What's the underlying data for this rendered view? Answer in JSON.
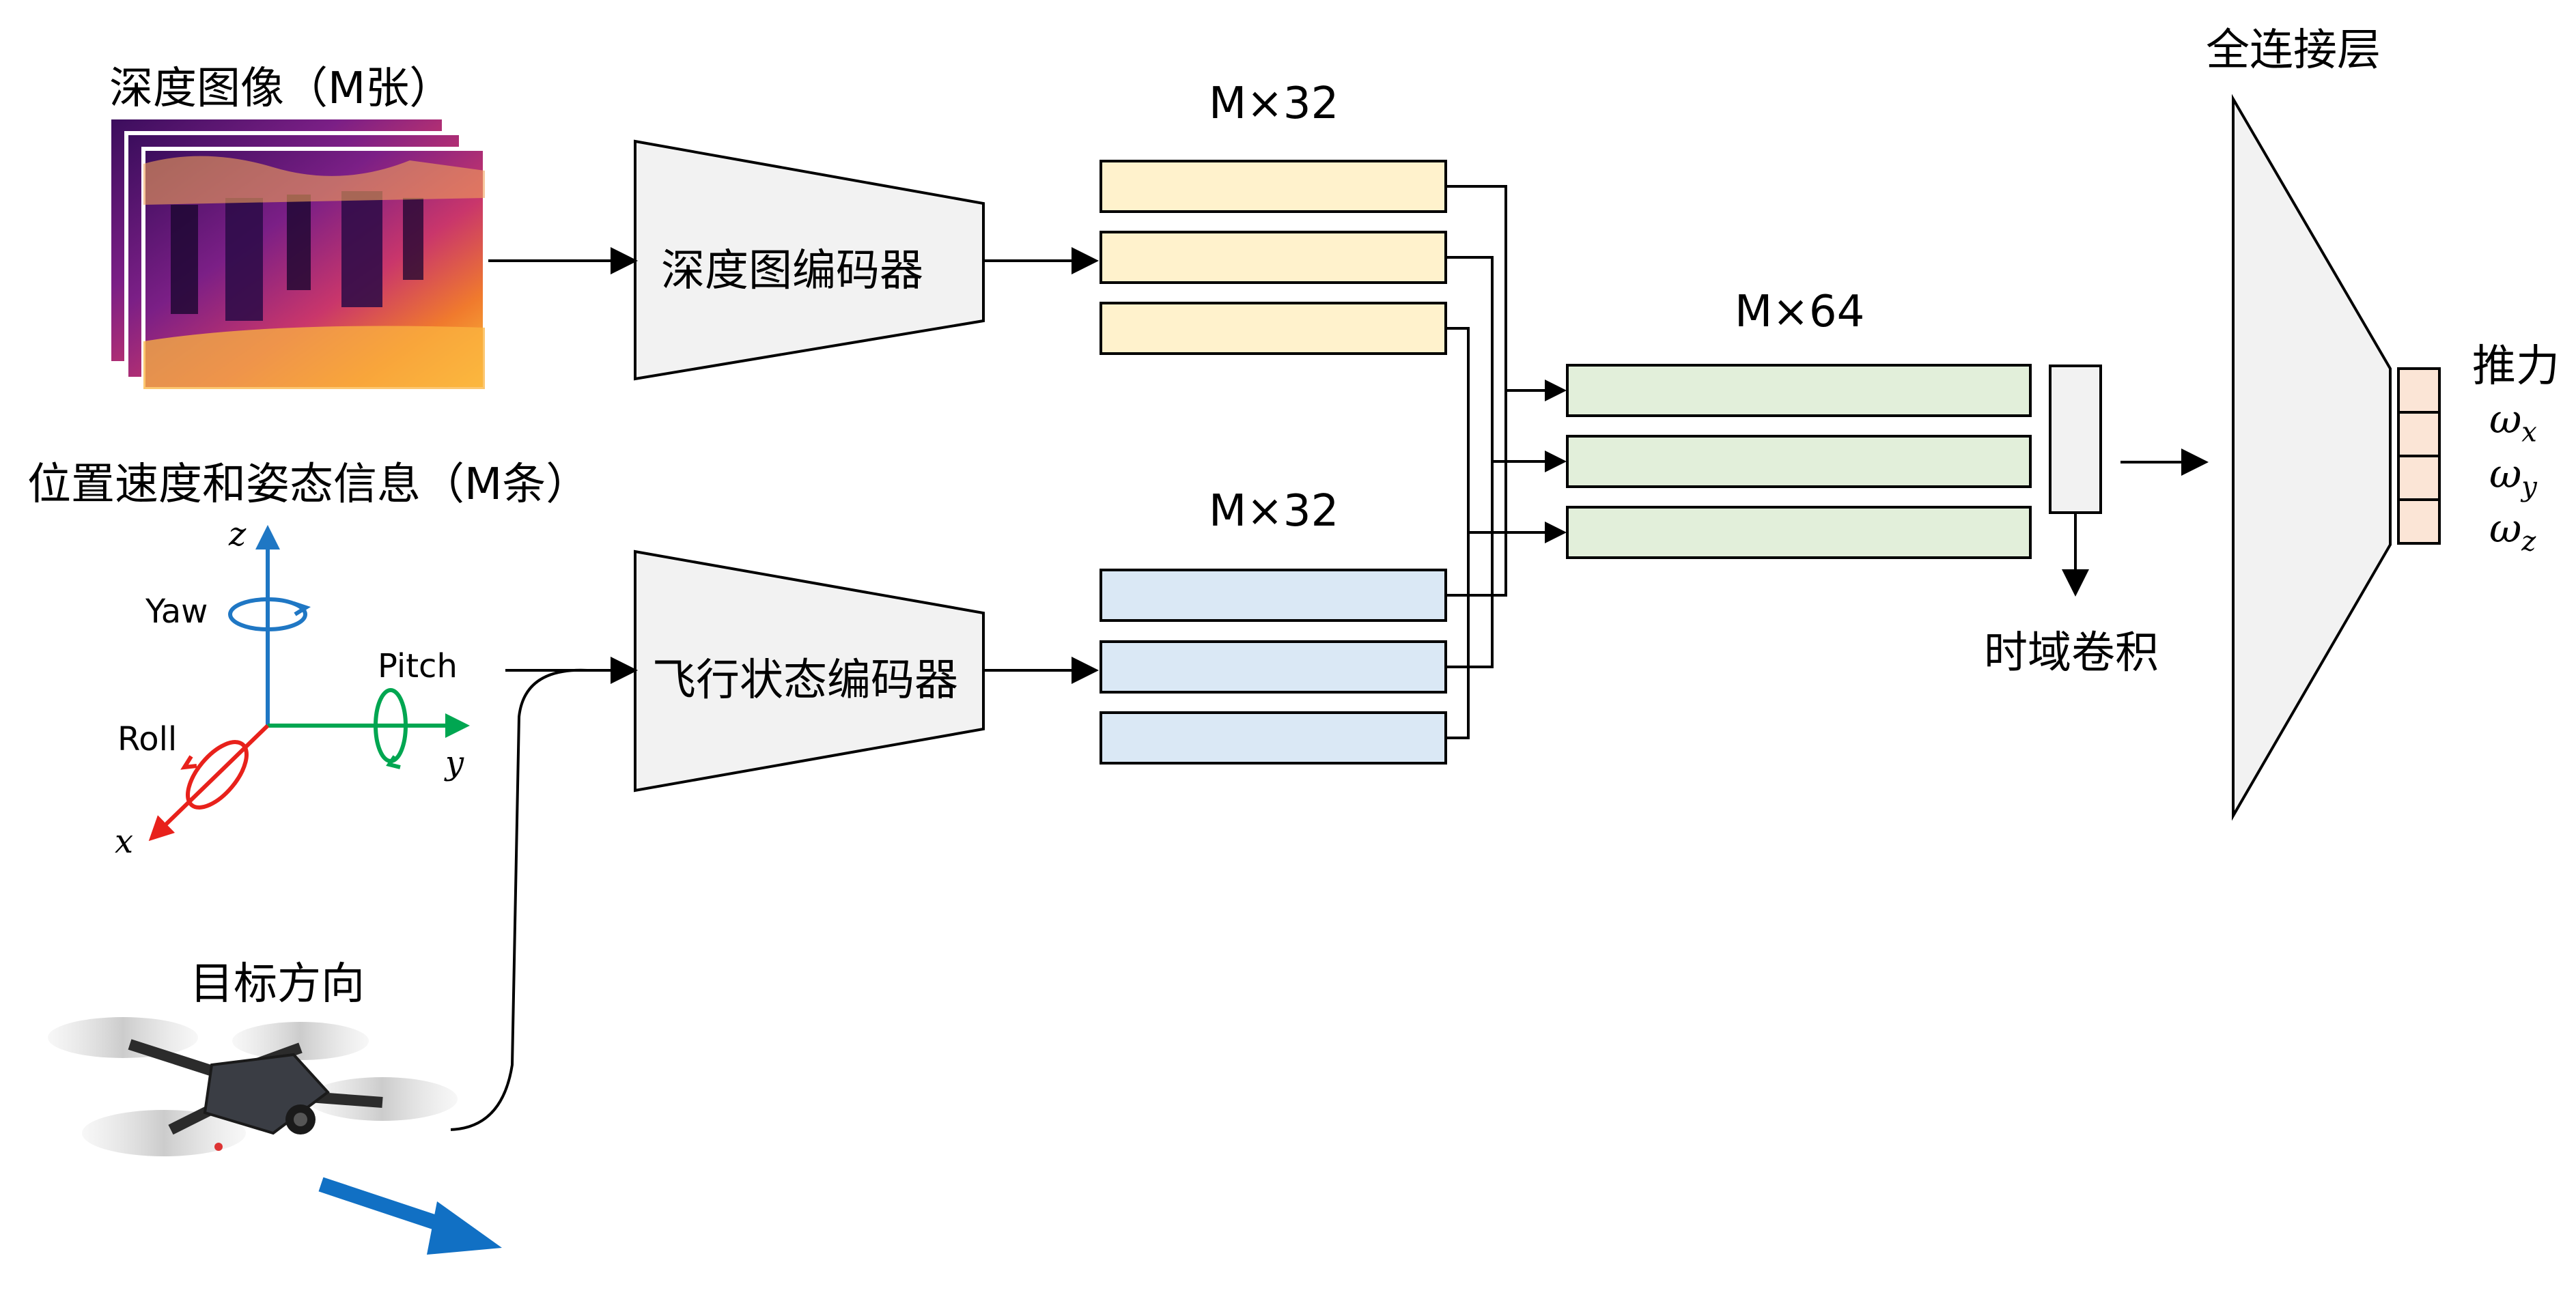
{
  "inputs": {
    "depth_images": "深度图像（M张）",
    "flight_state": "位置速度和姿态信息（M条）",
    "target_direction": "目标方向"
  },
  "axes": {
    "z": "z",
    "y": "y",
    "x": "x",
    "yaw": "Yaw",
    "pitch": "Pitch",
    "roll": "Roll"
  },
  "encoders": {
    "depth": "深度图编码器",
    "flight": "飞行状态编码器"
  },
  "features": {
    "depth_dim": "M×32",
    "flight_dim": "M×32",
    "concat_dim": "M×64"
  },
  "temporal_conv": "时域卷积",
  "fc_layer": "全连接层",
  "outputs": {
    "thrust": "推力",
    "omega_symbol": "ω",
    "omega_x_sub": "x",
    "omega_y_sub": "y",
    "omega_z_sub": "z"
  },
  "colors": {
    "depth_feature_fill": "#FFF2CC",
    "flight_feature_fill": "#DAE8F5",
    "concat_feature_fill": "#E2EFDA",
    "output_fill": "#FBE5D6",
    "encoder_fill": "#F2F2F2",
    "axis_z": "#1F77C4",
    "axis_y": "#00A651",
    "axis_x": "#E8211B",
    "direction_arrow": "#1170C4"
  }
}
